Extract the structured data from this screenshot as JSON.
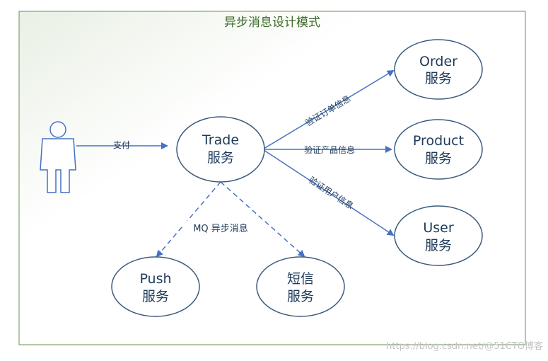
{
  "title": "异步消息设计模式",
  "actor": {
    "name": "user-actor",
    "pay_label": "支付"
  },
  "nodes": [
    {
      "id": "trade",
      "line1": "Trade",
      "line2": "服务"
    },
    {
      "id": "order",
      "line1": "Order",
      "line2": "服务"
    },
    {
      "id": "product",
      "line1": "Product",
      "line2": "服务"
    },
    {
      "id": "user",
      "line1": "User",
      "line2": "服务"
    },
    {
      "id": "push",
      "line1": "Push",
      "line2": "服务"
    },
    {
      "id": "sms",
      "line1": "短信",
      "line2": "服务"
    }
  ],
  "edges": {
    "trade_to_order": "验证订单信息",
    "trade_to_product": "验证产品信息",
    "trade_to_user": "验证用户信息",
    "mq_label": "MQ 异步消息"
  },
  "colors": {
    "frame_border": "#6b8f4e",
    "frame_bg_start": "#eef3ea",
    "node_fill": "#ffffff",
    "node_stroke": "#3a5a7e",
    "arrow": "#4472c4",
    "text": "#1f3b5a",
    "title": "#3d6b2a"
  },
  "watermark": "https://blog.csdn.net/@51CTO博客"
}
